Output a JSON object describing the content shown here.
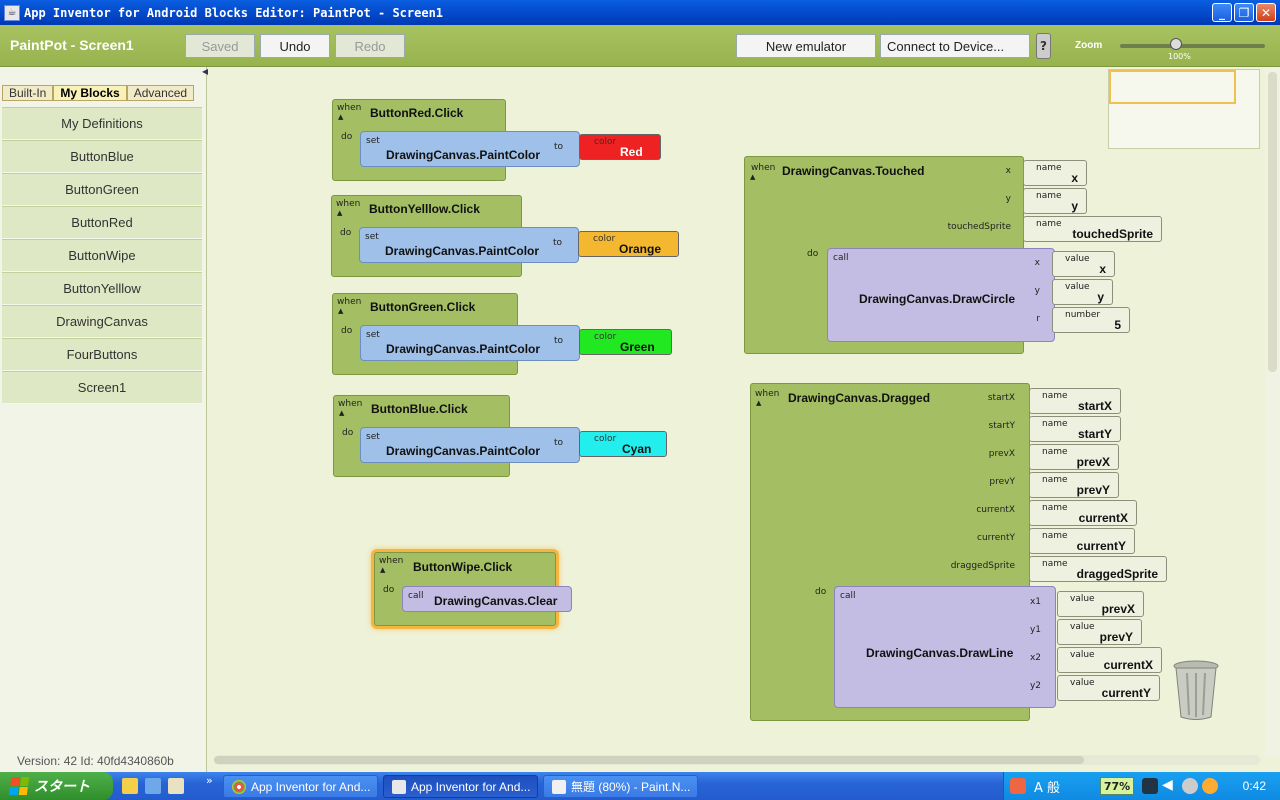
{
  "window": {
    "title": "App Inventor for Android Blocks Editor: PaintPot - Screen1"
  },
  "toolbar": {
    "project_title": "PaintPot - Screen1",
    "saved_label": "Saved",
    "undo_label": "Undo",
    "redo_label": "Redo",
    "new_emulator_label": "New emulator",
    "connect_label": "Connect to Device...",
    "help_label": "?",
    "zoom_label": "Zoom",
    "zoom_value": "100%"
  },
  "sidebar": {
    "tabs": [
      {
        "label": "Built-In"
      },
      {
        "label": "My Blocks"
      },
      {
        "label": "Advanced"
      }
    ],
    "items": [
      {
        "label": "My Definitions"
      },
      {
        "label": "ButtonBlue"
      },
      {
        "label": "ButtonGreen"
      },
      {
        "label": "ButtonRed"
      },
      {
        "label": "ButtonWipe"
      },
      {
        "label": "ButtonYelllow"
      },
      {
        "label": "DrawingCanvas"
      },
      {
        "label": "FourButtons"
      },
      {
        "label": "Screen1"
      }
    ],
    "version": "Version: 42 Id: 40fd4340860b"
  },
  "kw": {
    "when": "when",
    "do": "do",
    "set": "set",
    "to": "to",
    "call": "call",
    "color": "color",
    "name": "name",
    "value": "value",
    "number": "number"
  },
  "blocks": {
    "red": {
      "event": "ButtonRed.Click",
      "setter": "DrawingCanvas.PaintColor",
      "color": "Red",
      "color_hex": "#ee2222"
    },
    "yellow": {
      "event": "ButtonYelllow.Click",
      "setter": "DrawingCanvas.PaintColor",
      "color": "Orange",
      "color_hex": "#f4b830"
    },
    "green": {
      "event": "ButtonGreen.Click",
      "setter": "DrawingCanvas.PaintColor",
      "color": "Green",
      "color_hex": "#22e822"
    },
    "blue": {
      "event": "ButtonBlue.Click",
      "setter": "DrawingCanvas.PaintColor",
      "color": "Cyan",
      "color_hex": "#22eeee"
    },
    "wipe": {
      "event": "ButtonWipe.Click",
      "call": "DrawingCanvas.Clear"
    },
    "touched": {
      "event": "DrawingCanvas.Touched",
      "params": [
        {
          "label": "x",
          "name": "x"
        },
        {
          "label": "y",
          "name": "y"
        },
        {
          "label": "touchedSprite",
          "name": "touchedSprite"
        }
      ],
      "call": "DrawingCanvas.DrawCircle",
      "args": [
        {
          "label": "x",
          "kind": "value",
          "val": "x"
        },
        {
          "label": "y",
          "kind": "value",
          "val": "y"
        },
        {
          "label": "r",
          "kind": "number",
          "val": "5"
        }
      ]
    },
    "dragged": {
      "event": "DrawingCanvas.Dragged",
      "params": [
        {
          "label": "startX",
          "name": "startX"
        },
        {
          "label": "startY",
          "name": "startY"
        },
        {
          "label": "prevX",
          "name": "prevX"
        },
        {
          "label": "prevY",
          "name": "prevY"
        },
        {
          "label": "currentX",
          "name": "currentX"
        },
        {
          "label": "currentY",
          "name": "currentY"
        },
        {
          "label": "draggedSprite",
          "name": "draggedSprite"
        }
      ],
      "call": "DrawingCanvas.DrawLine",
      "args": [
        {
          "label": "x1",
          "kind": "value",
          "val": "prevX"
        },
        {
          "label": "y1",
          "kind": "value",
          "val": "prevY"
        },
        {
          "label": "x2",
          "kind": "value",
          "val": "currentX"
        },
        {
          "label": "y2",
          "kind": "value",
          "val": "currentY"
        }
      ]
    }
  },
  "taskbar": {
    "start_label": "スタート",
    "tasks": [
      {
        "label": "App Inventor for And..."
      },
      {
        "label": "App Inventor for And..."
      },
      {
        "label": "無題 (80%) - Paint.N..."
      }
    ],
    "ime": "A 般",
    "battery": "77%",
    "clock": "0:42"
  },
  "colors": {
    "event_green": "#a4be63",
    "setter_blue": "#9ec0e9",
    "call_purple": "#c4bde3",
    "toolbar_green": "#9bb553"
  }
}
